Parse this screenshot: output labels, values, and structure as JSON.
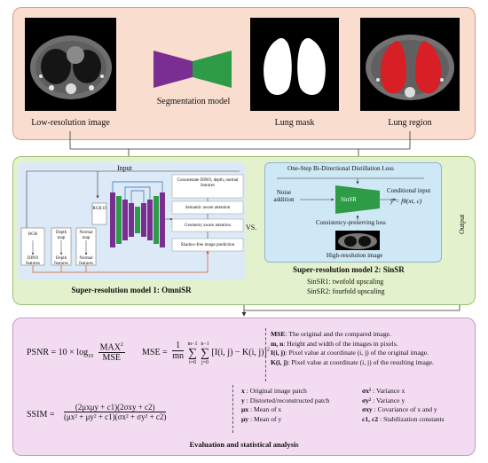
{
  "top": {
    "low_res_label": "Low-resolution image",
    "seg_label": "Segmentation model",
    "mask_label": "Lung mask",
    "region_label": "Lung region"
  },
  "omni": {
    "input_label": "Input",
    "rgb_label": "RGB",
    "rgbd_label": "RGB D",
    "depth_map_label": "Depth map",
    "normal_map_label": "Normal map",
    "dino_features": "DINO features",
    "depth_features": "Depth features",
    "normal_features": "Normal features",
    "stages": [
      "Concatenate DINO, depth, normal features",
      "Semantic aware attention",
      "Geometry aware attention",
      "Shadow-free image prediction"
    ],
    "title": "Super-resolution model 1: OmniSR"
  },
  "vs_label": "VS.",
  "output_label": "Output",
  "sinsr": {
    "loss_top": "One-Step Bi-Directional Distillation Loss",
    "noise_label": "Noise addition",
    "block_label": "SinSR",
    "cond_label": "Conditional input",
    "cond_formula": "ŷ = fθ(xt, c)",
    "consistency_label": "Consistency-preserving loss",
    "hr_label": "High-resolution image",
    "title": "Super-resolution model 2: SinSR",
    "variant1": "SinSR1: twofold upscaling",
    "variant2": "SinSR2: fourfold upscaling"
  },
  "eval": {
    "psnr_lhs": "PSNR = 10 × log",
    "psnr_sub": "10",
    "psnr_num": "MAX",
    "psnr_den": "MSE",
    "mse_lhs": "MSE =",
    "mse_frac_num": "1",
    "mse_frac_den": "mn",
    "mse_sum1_top": "m−1",
    "mse_sum1_bot": "i=0",
    "mse_sum2_top": "n−1",
    "mse_sum2_bot": "j=0",
    "mse_body": "[I(i, j) − K(i, j)]",
    "ssim_lhs": "SSIM =",
    "ssim_num": "(2μxμy + c1)(2σxy + c2)",
    "ssim_den": "(μx² + μy² + c1)(σx² + σy² + c2)",
    "mse_desc": [
      {
        "key": "MSE",
        "text": ": The original and the compared image."
      },
      {
        "key": "m, n",
        "text": ": Height and width of the images in pixels."
      },
      {
        "key": "I(i, j)",
        "text": ": Pixel value at coordinate (i, j) of the original image."
      },
      {
        "key": "K(i, j)",
        "text": ": Pixel value at coordinate (i, j) of the resulting image."
      }
    ],
    "ssim_desc_left": [
      {
        "key": "x",
        "text": " : Original image patch"
      },
      {
        "key": "y",
        "text": " : Distorted/reconstructed patch"
      },
      {
        "key": "μx",
        "text": " : Mean of x"
      },
      {
        "key": "μy",
        "text": " : Mean of y"
      }
    ],
    "ssim_desc_right": [
      {
        "key": "σx²",
        "text": " : Variance x"
      },
      {
        "key": "σy²",
        "text": " : Variance y"
      },
      {
        "key": "σxy",
        "text": " : Covariance of x and y"
      },
      {
        "key": "c1, c2",
        "text": " : Stabilization constants"
      }
    ],
    "title": "Evaluation and statistical analysis"
  },
  "colors": {
    "top_bg": "#f9ddcf",
    "mid_bg": "#e3f2cc",
    "bottom_bg": "#f3dcf2",
    "sinsr_box": "#cfe8f6",
    "omni_box": "#dce9f6",
    "mask_red": "#d81f26",
    "purple": "#7b2e91",
    "green": "#2e9b46"
  }
}
